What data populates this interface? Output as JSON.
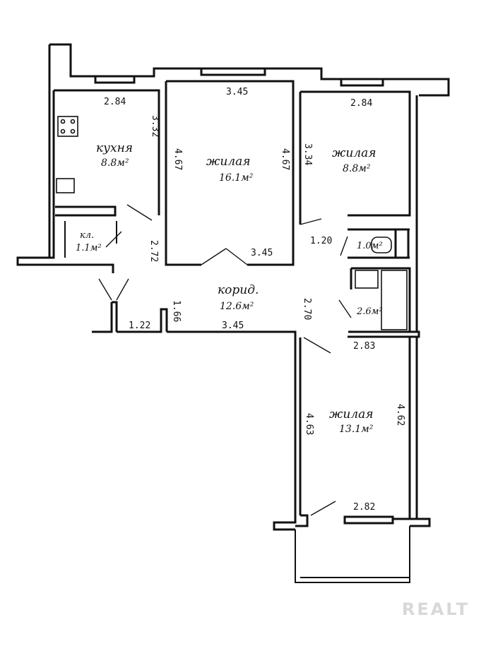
{
  "rooms": {
    "kitchen": {
      "name": "кухня",
      "area": "8.8м²"
    },
    "living_1": {
      "name": "жилая",
      "area": "16.1м²"
    },
    "living_2": {
      "name": "жилая",
      "area": "8.8м²"
    },
    "pantry": {
      "name": "кл.",
      "area": "1.1м²"
    },
    "corridor": {
      "name": "корид.",
      "area": "12.6м²"
    },
    "toilet": {
      "area": "1.0м²"
    },
    "bathroom": {
      "area": "2.6м²"
    },
    "living_3": {
      "name": "жилая",
      "area": "13.1м²"
    }
  },
  "dimensions": {
    "kitchen_width": "2.84",
    "kitchen_depth": "3.32",
    "living1_top": "3.45",
    "living1_left": "4.67",
    "living1_right": "4.67",
    "living1_bottom": "3.45",
    "living2_width": "2.84",
    "living2_depth": "3.34",
    "hall_left": "2.72",
    "wc_width": "1.20",
    "corridor_a": "1.22",
    "corridor_b": "1.66",
    "corridor_c": "3.45",
    "corridor_d": "2.70",
    "living3_width": "2.83",
    "living3_left": "4.63",
    "living3_right": "4.62",
    "living3_bottom": "2.82"
  },
  "watermark": "REALT"
}
